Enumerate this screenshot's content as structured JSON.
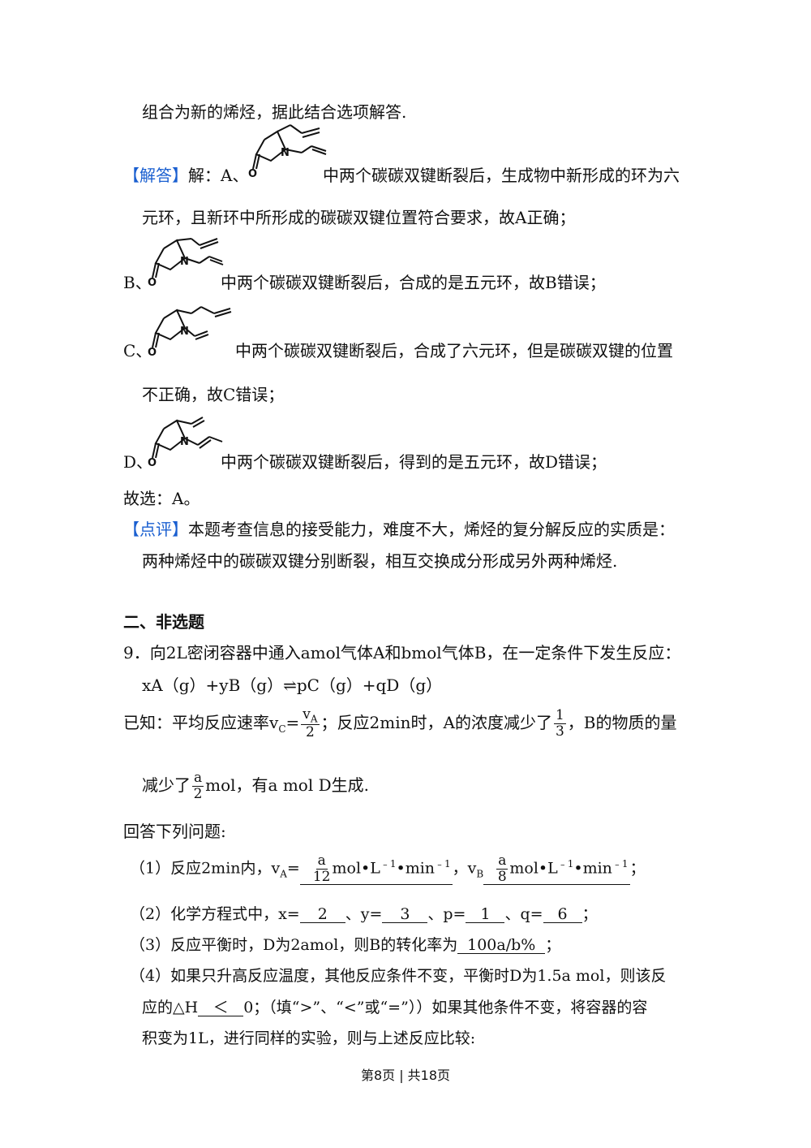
{
  "intro_line": "组合为新的烯烃，据此结合选项解答.",
  "answer": {
    "tag": "【解答】",
    "a_prefix": "解：A、",
    "a_text": "中两个碳碳双键断裂后，生成物中新形成的环为六",
    "a_text2": "元环，且新环中所形成的碳碳双键位置符合要求，故A正确；",
    "b_prefix": "B、",
    "b_text": "中两个碳碳双键断裂后，合成的是五元环，故B错误；",
    "c_prefix": "C、",
    "c_text": "中两个碳碳双键断裂后，合成了六元环，但是碳碳双键的位置",
    "c_text2": "不正确，故C错误；",
    "d_prefix": "D、",
    "d_text": "中两个碳碳双键断裂后，得到的是五元环，故D错误；",
    "choice": "故选：A。"
  },
  "comment": {
    "tag": "【点评】",
    "text": "本题考查信息的接受能力，难度不大，烯烃的复分解反应的实质是：",
    "text2": "两种烯烃中的碳碳双键分别断裂，相互交换成分形成另外两种烯烃."
  },
  "section_title": "二、非选题",
  "q9": {
    "stem": "9．向2L密闭容器中通入amol气体A和bmol气体B，在一定条件下发生反应：",
    "reaction": "xA（g）+yB（g）⇌pC（g）+qD（g）",
    "known_a": "已知：平均反应速率v",
    "known_sub": "C",
    "known_eq": "=",
    "frac1_num": "v",
    "frac1_num_sub": "A",
    "frac1_den": "2",
    "known_b": "；反应2min时，A的浓度减少了",
    "frac2_num": "1",
    "frac2_den": "3",
    "known_c": "，B的物质的量",
    "reduce_a": "减少了",
    "frac3_num": "a",
    "frac3_den": "2",
    "reduce_b": "mol，有a mol D生成.",
    "answer_prompt": "回答下列问题:",
    "p1_a": "（1）反应2min内，v",
    "p1_sub_a": "A",
    "p1_eq": "=",
    "p1_frac_num": "a",
    "p1_frac_den": "12",
    "p1_unit": "mol•L",
    "p1_sup": "﹣1",
    "p1_unit2": "•min",
    "p1_sup2": "﹣1",
    "p1_sep": "，v",
    "p1_sub_b": "B",
    "p1_frac2_num": "a",
    "p1_frac2_den": "8",
    "p1_end": "；",
    "p2_a": "（2）化学方程式中，x=",
    "x": "2",
    "y_label": "、y=",
    "y": "3",
    "p_label": "、p=",
    "p": "1",
    "q_label": "、q=",
    "q": "6",
    "p2_end": "；",
    "p3_a": "（3）反应平衡时，D为2amol，则B的转化率为",
    "p3_ans": "100a/b%",
    "p3_end": "；",
    "p4_a": "（4）如果只升高反应温度，其他反应条件不变，平衡时D为1.5a mol，则该反",
    "p4_b1": "应的△H",
    "p4_ans": "＜",
    "p4_b2": "0；（填“>”、“<”或“=”））如果其他条件不变，将容器的容",
    "p4_c": "积变为1L，进行同样的实验，则与上述反应比较:"
  },
  "footer": "第8页 | 共18页"
}
